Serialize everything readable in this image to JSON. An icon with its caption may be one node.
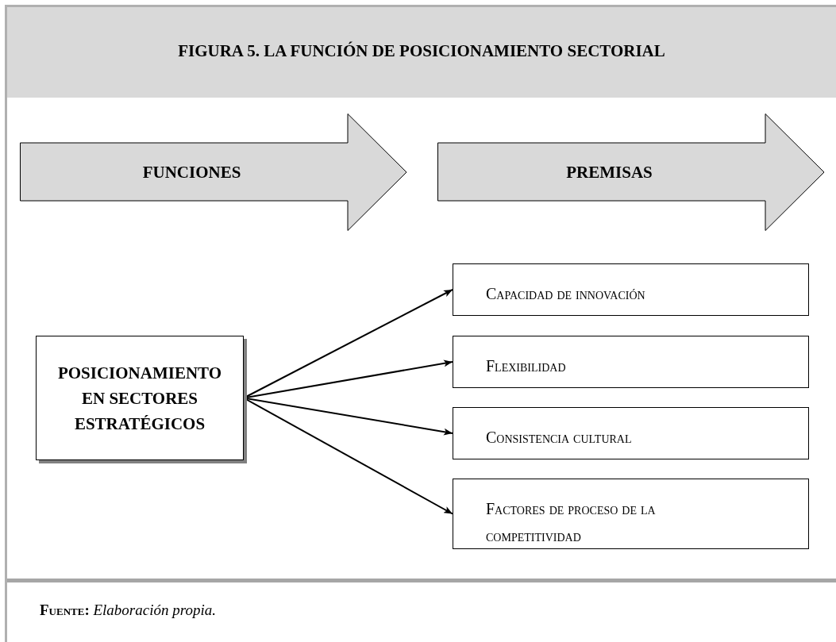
{
  "diagram": {
    "title": "FIGURA 5. LA FUNCIÓN DE POSICIONAMIENTO SECTORIAL",
    "caption": "**Fuente:** *Elaboración propia.*",
    "nodes": [
      {
        "text": [
          "FUNCIONES"
        ]
      },
      {
        "text": [
          "PREMISAS"
        ]
      },
      {
        "text": [
          "POSICIONAMIENTO EN SECTORES ESTRATÉGICOS"
        ]
      },
      {
        "text": [
          "Capacidad de innovación"
        ]
      },
      {
        "text": [
          "Flexibilidad"
        ]
      },
      {
        "text": [
          "Consistencia cultural"
        ]
      },
      {
        "text": [
          "Factores de proceso de la competitividad"
        ]
      }
    ],
    "edges": [
      {
        "from": 2,
        "to": 3,
        "arrow": "to"
      },
      {
        "from": 2,
        "to": 4,
        "arrow": "to"
      },
      {
        "from": 2,
        "to": 5,
        "arrow": "to"
      },
      {
        "from": 2,
        "to": 6,
        "arrow": "to"
      }
    ]
  }
}
